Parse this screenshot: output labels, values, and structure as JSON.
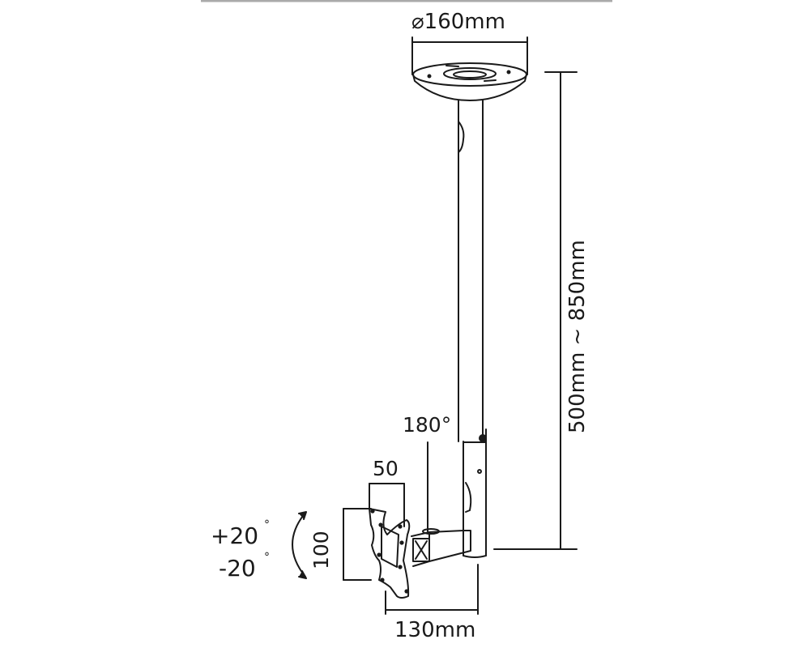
{
  "diagram": {
    "subject": "Ceiling TV/monitor mount with telescopic pole",
    "dimensions": {
      "base_diameter": "⌀160mm",
      "pole_height_range": "500mm ~ 850mm",
      "swivel": "180°",
      "vesa_width": "50",
      "vesa_height": "100",
      "tilt_up": "+20",
      "tilt_down": "-20",
      "tilt_degree_symbol": "°",
      "arm_reach": "130mm"
    },
    "colors": {
      "line": "#1a1a1a",
      "background": "#ffffff",
      "top_rule": "#aaaaaa"
    }
  }
}
